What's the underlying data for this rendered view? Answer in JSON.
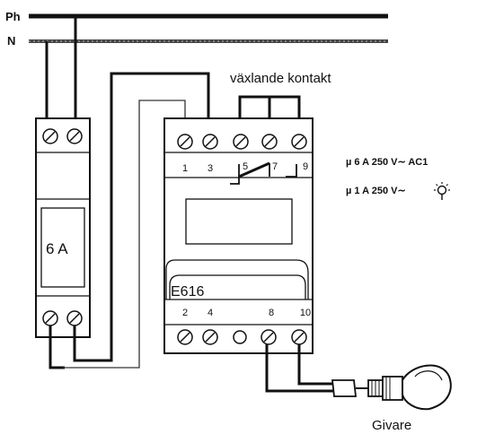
{
  "rails": {
    "phase": "Ph",
    "neutral": "N"
  },
  "breaker": {
    "rating": "6 A"
  },
  "relay": {
    "model": "E616",
    "top_terminals": [
      "1",
      "3",
      "5",
      "7",
      "9"
    ],
    "bottom_terminals": [
      "2",
      "4",
      "8",
      "10"
    ]
  },
  "contact_label": "växlande kontakt",
  "ratings": [
    "µ 6 A 250 V∼ AC1",
    "µ 1 A 250 V∼"
  ],
  "sensor": {
    "label": "Givare"
  },
  "colors": {
    "line": "#111111",
    "background": "#ffffff"
  },
  "icons": {
    "lamp": "lamp-icon"
  }
}
